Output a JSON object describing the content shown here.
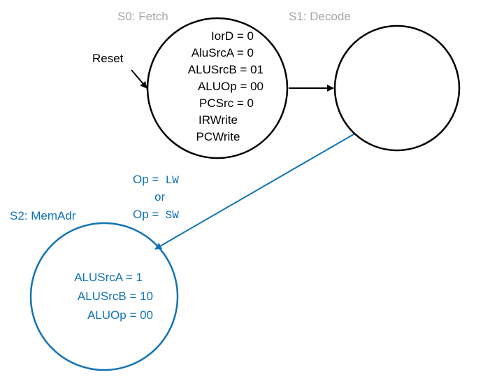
{
  "colors": {
    "black": "#000000",
    "state_label_gray": "#a6a6a6",
    "blue": "#0f72b5"
  },
  "states": {
    "s0": {
      "label": "S0: Fetch",
      "lines": [
        "IorD = 0",
        "AluSrcA = 0",
        "ALUSrcB = 01",
        "ALUOp = 00",
        "PCSrc = 0",
        "IRWrite",
        "PCWrite"
      ]
    },
    "s1": {
      "label": "S1: Decode"
    },
    "s2": {
      "label": "S2: MemAdr",
      "lines": [
        "ALUSrcA = 1",
        "ALUSrcB = 10",
        "ALUOp = 00"
      ]
    }
  },
  "reset": {
    "label": "Reset"
  },
  "transition_s1_s2": {
    "op_label": "Op =",
    "value_lw": "LW",
    "or_label": "or",
    "value_sw": "SW"
  }
}
